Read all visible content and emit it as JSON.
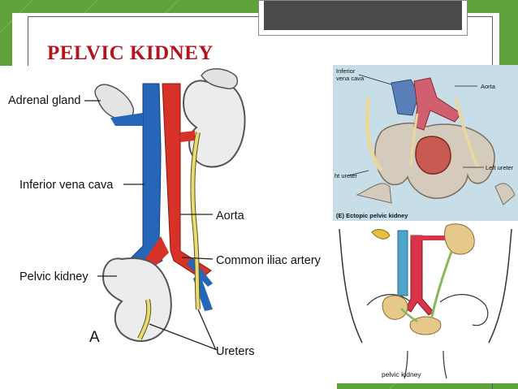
{
  "slide": {
    "title": "PELVIC KIDNEY",
    "colors": {
      "green": "#5fa23c",
      "title_red": "#b4141e",
      "vein": "#2566b8",
      "artery": "#d63228",
      "ureter": "#e8dc70"
    }
  },
  "diagram_a": {
    "panel_letter": "A",
    "labels": {
      "adrenal_gland": "Adrenal gland",
      "inferior_vena_cava": "Inferior vena cava",
      "aorta": "Aorta",
      "common_iliac_artery": "Common iliac artery",
      "pelvic_kidney": "Pelvic kidney",
      "ureters": "Ureters"
    }
  },
  "diagram_b": {
    "labels": {
      "inferior_vena_cava": "Inferior\nvena cava",
      "aorta": "Aorta",
      "left_ureter": "Left ureter",
      "right_ureter": "ht ureter",
      "caption": "(E) Ectopic pelvic kidney"
    }
  },
  "diagram_c": {
    "caption": "pelvic kidney"
  }
}
